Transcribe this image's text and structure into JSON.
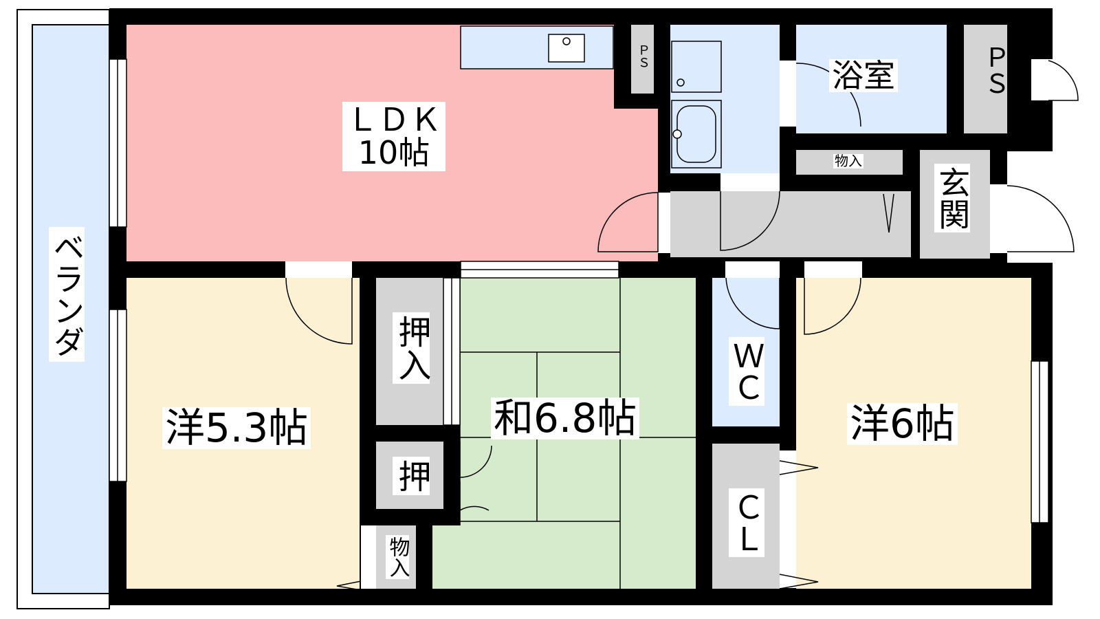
{
  "colors": {
    "wall": "#000000",
    "ldk": "#fdbcbc",
    "western": "#fdf1d4",
    "tatami": "#d5ebcb",
    "wet": "#dcecfe",
    "storage": "#d4d4d4",
    "balcony": "#dcecfe",
    "line": "#000000"
  },
  "rooms": {
    "ldk": {
      "name": "ＬＤＫ",
      "size": "10帖"
    },
    "western_left": {
      "label": "洋5.3帖"
    },
    "japanese": {
      "label": "和6.8帖"
    },
    "western_right": {
      "label": "洋6帖"
    },
    "bath": {
      "label": "浴室"
    },
    "entrance": {
      "label": "玄関"
    },
    "wc": {
      "label": "ＷＣ"
    },
    "closet": {
      "label": "ＣＬ"
    },
    "balcony": {
      "label": "ベランダ"
    },
    "ps_small": {
      "label": "ＰＳ"
    },
    "ps_right": {
      "label": "ＰＳ"
    },
    "storage_top": {
      "label": "物入"
    },
    "storage_bottom": {
      "label": "物入"
    },
    "oshiire_upper": {
      "label": "押入"
    },
    "oshiire_lower": {
      "label": "押"
    }
  }
}
